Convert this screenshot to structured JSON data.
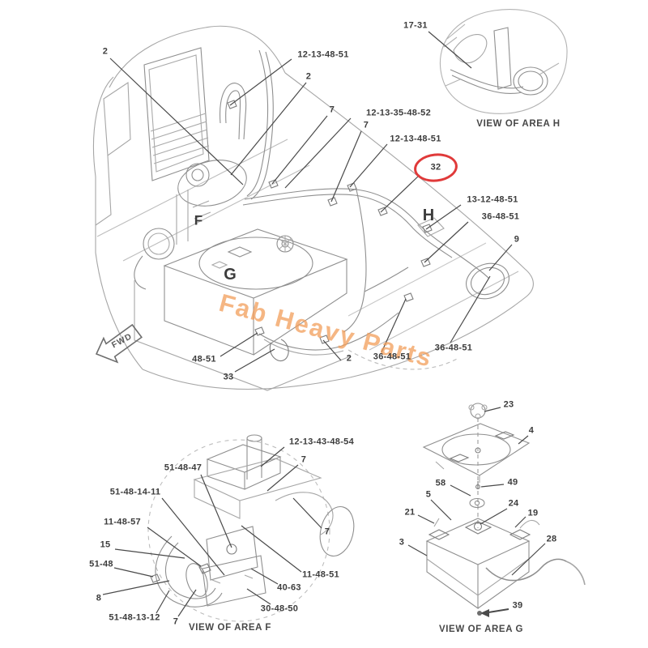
{
  "document": {
    "type": "parts-diagram",
    "watermark": "Fab Heavy Parts",
    "fwd_label": "FWD"
  },
  "colors": {
    "background": "#ffffff",
    "artwork_gray": "#8f8f8f",
    "leader_line": "#4a4a4a",
    "label_text": "#3c3c3c",
    "highlight_red": "#e03a3a",
    "watermark_orange": "#f29e5a"
  },
  "main_view": {
    "highlighted_callout": {
      "text": "32"
    },
    "area_letters": [
      {
        "text": "F"
      },
      {
        "text": "G"
      },
      {
        "text": "H"
      }
    ],
    "callouts": [
      {
        "text": "2"
      },
      {
        "text": "12-13-48-51"
      },
      {
        "text": "2"
      },
      {
        "text": "7"
      },
      {
        "text": "12-13-35-48-52"
      },
      {
        "text": "7"
      },
      {
        "text": "12-13-48-51"
      },
      {
        "text": "13-12-48-51"
      },
      {
        "text": "36-48-51"
      },
      {
        "text": "9"
      },
      {
        "text": "48-51"
      },
      {
        "text": "33"
      },
      {
        "text": "2"
      },
      {
        "text": "36-48-51"
      },
      {
        "text": "36-48-51"
      }
    ]
  },
  "inset_h": {
    "caption": "VIEW OF AREA H",
    "callouts": [
      {
        "text": "17-31"
      }
    ]
  },
  "inset_f": {
    "caption": "VIEW OF AREA F",
    "callouts": [
      {
        "text": "12-13-43-48-54"
      },
      {
        "text": "7"
      },
      {
        "text": "51-48-47"
      },
      {
        "text": "51-48-14-11"
      },
      {
        "text": "11-48-57"
      },
      {
        "text": "15"
      },
      {
        "text": "51-48"
      },
      {
        "text": "8"
      },
      {
        "text": "51-48-13-12"
      },
      {
        "text": "7"
      },
      {
        "text": "7"
      },
      {
        "text": "11-48-51"
      },
      {
        "text": "40-63"
      },
      {
        "text": "30-48-50"
      }
    ]
  },
  "inset_g": {
    "caption": "VIEW OF AREA G",
    "callouts": [
      {
        "text": "23"
      },
      {
        "text": "4"
      },
      {
        "text": "58"
      },
      {
        "text": "49"
      },
      {
        "text": "5"
      },
      {
        "text": "21"
      },
      {
        "text": "24"
      },
      {
        "text": "19"
      },
      {
        "text": "3"
      },
      {
        "text": "28"
      },
      {
        "text": "39"
      }
    ]
  }
}
